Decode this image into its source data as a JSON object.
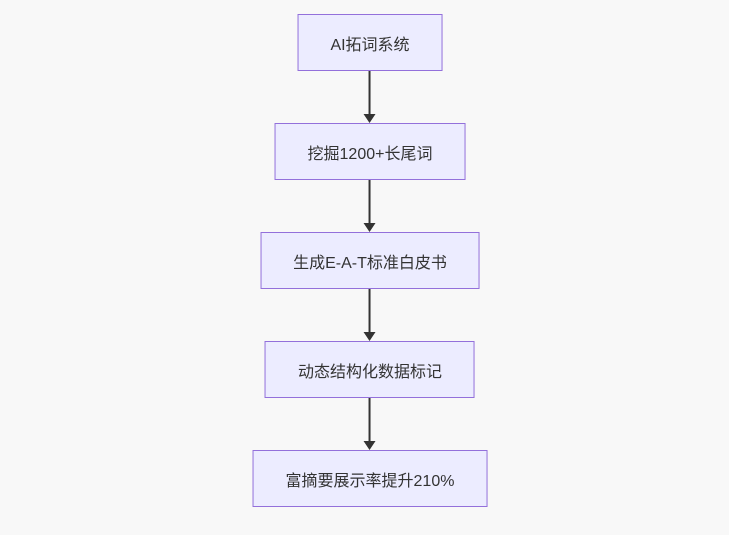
{
  "page": {
    "background_color": "#f8f8f8"
  },
  "flowchart": {
    "type": "vertical-flow",
    "node_fill_color": "#ECECFF",
    "node_border_color": "#9370DB",
    "arrow_color": "#333333",
    "text_color": "#333333",
    "nodes": [
      {
        "id": "node-1",
        "label": "AI拓词系统"
      },
      {
        "id": "node-2",
        "label": "挖掘1200+长尾词"
      },
      {
        "id": "node-3",
        "label": "生成E-A-T标准白皮书"
      },
      {
        "id": "node-4",
        "label": "动态结构化数据标记"
      },
      {
        "id": "node-5",
        "label": "富摘要展示率提升210%"
      }
    ],
    "edges": [
      {
        "from": "node-1",
        "to": "node-2"
      },
      {
        "from": "node-2",
        "to": "node-3"
      },
      {
        "from": "node-3",
        "to": "node-4"
      },
      {
        "from": "node-4",
        "to": "node-5"
      }
    ]
  }
}
